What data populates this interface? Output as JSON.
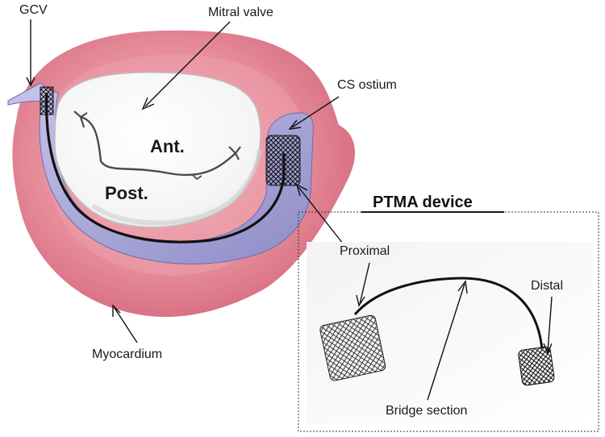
{
  "labels": {
    "gcv": "GCV",
    "mitral_valve": "Mitral valve",
    "cs_ostium": "CS ostium",
    "ant": "Ant.",
    "post": "Post.",
    "myocardium": "Myocardium",
    "ptma_title": "PTMA device",
    "proximal": "Proximal",
    "distal": "Distal",
    "bridge_section": "Bridge section"
  },
  "colors": {
    "myocardium": "#e07a8a",
    "myocardium_light": "#f2b3bd",
    "coronary_sinus": "#a9a6d8",
    "valve": "#ffffff",
    "device_line": "#111111"
  }
}
